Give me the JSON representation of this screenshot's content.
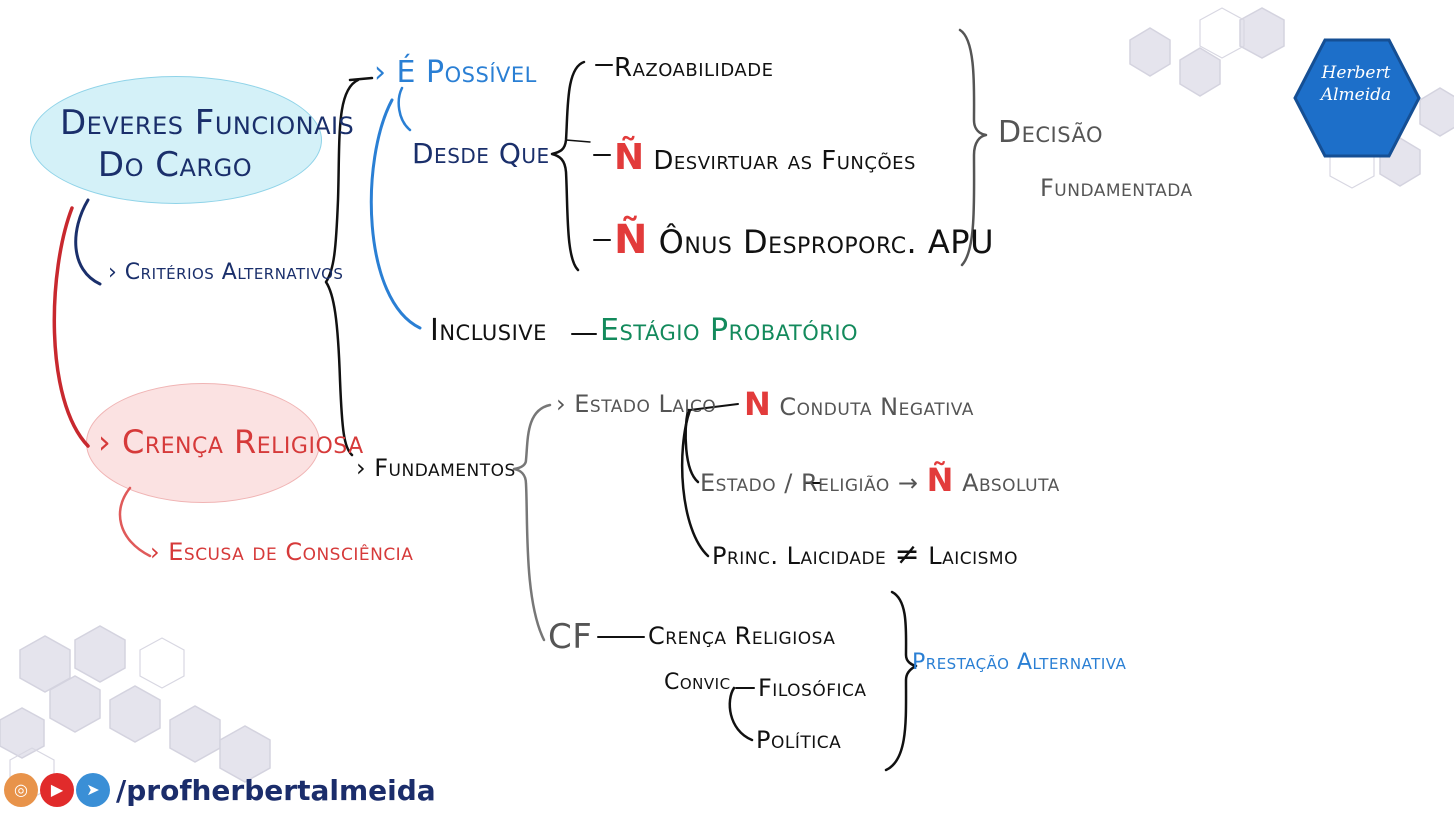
{
  "root": {
    "label_l1": "Deveres Funcionais",
    "label_l2": "Do Cargo"
  },
  "criterios": "Critérios Alternativos",
  "possivel": "É Possível",
  "desde_que": "Desde Que",
  "razoabilidade": "Razoabilidade",
  "desvirtuar": {
    "neg": "Ñ",
    "text": "Desvirtuar as Funções"
  },
  "onus": {
    "neg": "Ñ",
    "text": "Ônus Desproporc. APU"
  },
  "decisao": {
    "l1": "Decisão",
    "l2": "Fundamentada"
  },
  "inclusive": "Inclusive",
  "estagio": "Estágio Probatório",
  "fundamentos": "Fundamentos",
  "estado_laico": "Estado Laico",
  "conduta": {
    "neg": "N",
    "text": "Conduta Negativa"
  },
  "estado_religiao": {
    "text": "Estado / Religião",
    "neg": "Ñ",
    "tail": "Absoluta"
  },
  "laicidade": {
    "text": "Princ. Laicidade",
    "sym": "≠",
    "tail": "Laicismo"
  },
  "cf": "CF",
  "crenca_cf": "Crença Religiosa",
  "convic": "Convic",
  "filosofica": "Filosófica",
  "politica": "Política",
  "prestacao": "Prestação Alternativa",
  "crenca_religiosa": "Crença Religiosa",
  "escusa": "Escusa de Consciência",
  "logo": {
    "l1": "Herbert",
    "l2": "Almeida"
  },
  "social": {
    "handle": "/profherbertalmeida",
    "icons": [
      "instagram-icon",
      "youtube-icon",
      "telegram-icon"
    ]
  },
  "colors": {
    "navy": "#1a2f6b",
    "blue": "#2a7fd4",
    "red": "#d63a3a",
    "green": "#138a5c",
    "gray": "#555555"
  }
}
